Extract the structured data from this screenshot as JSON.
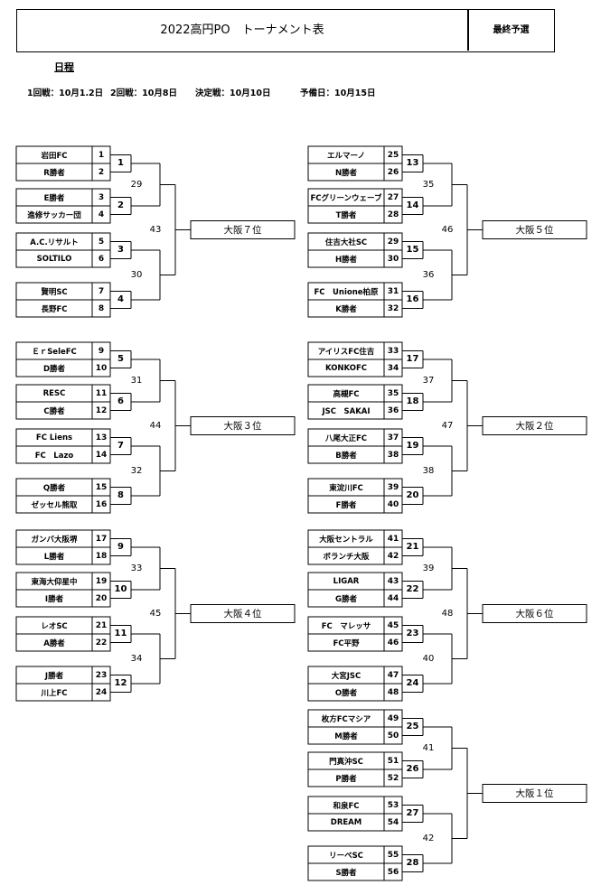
{
  "header": {
    "title": "2022高円PO　トーナメント表",
    "stage": "最終予選"
  },
  "schedule": {
    "title": "日程",
    "items": [
      "1回戦：10月1.2日",
      "2回戦：10月8日",
      "決定戦：10月10日",
      "予備日：10月15日"
    ]
  },
  "blocks": [
    {
      "teams": [
        {
          "name": "岩田FC",
          "seed": "1"
        },
        {
          "name": "R勝者",
          "seed": "2"
        },
        {
          "name": "E勝者",
          "seed": "3"
        },
        {
          "name": "進修サッカー団",
          "seed": "4"
        },
        {
          "name": "A.C.リサルト",
          "seed": "5"
        },
        {
          "name": "SOLTILO",
          "seed": "6"
        },
        {
          "name": "賢明SC",
          "seed": "7"
        },
        {
          "name": "長野FC",
          "seed": "8"
        }
      ],
      "r1": [
        "1",
        "2",
        "3",
        "4"
      ],
      "r2": [
        "29",
        "30"
      ],
      "final": "43",
      "rank": "大阪７位"
    },
    {
      "teams": [
        {
          "name": "ＥｒSeleFC",
          "seed": "9"
        },
        {
          "name": "D勝者",
          "seed": "10"
        },
        {
          "name": "RESC",
          "seed": "11"
        },
        {
          "name": "C勝者",
          "seed": "12"
        },
        {
          "name": "FC Liens",
          "seed": "13"
        },
        {
          "name": "FC　Lazo",
          "seed": "14"
        },
        {
          "name": "Q勝者",
          "seed": "15"
        },
        {
          "name": "ゼッセル熊取",
          "seed": "16"
        }
      ],
      "r1": [
        "5",
        "6",
        "7",
        "8"
      ],
      "r2": [
        "31",
        "32"
      ],
      "final": "44",
      "rank": "大阪３位"
    },
    {
      "teams": [
        {
          "name": "ガンバ大阪堺",
          "seed": "17"
        },
        {
          "name": "L勝者",
          "seed": "18"
        },
        {
          "name": "東海大仰星中",
          "seed": "19"
        },
        {
          "name": "I勝者",
          "seed": "20"
        },
        {
          "name": "レオSC",
          "seed": "21"
        },
        {
          "name": "A勝者",
          "seed": "22"
        },
        {
          "name": "J勝者",
          "seed": "23"
        },
        {
          "name": "川上FC",
          "seed": "24"
        }
      ],
      "r1": [
        "9",
        "10",
        "11",
        "12"
      ],
      "r2": [
        "33",
        "34"
      ],
      "final": "45",
      "rank": "大阪４位"
    },
    {
      "teams": [
        {
          "name": "エルマーノ",
          "seed": "25"
        },
        {
          "name": "N勝者",
          "seed": "26"
        },
        {
          "name": "FCグリーンウェーブ",
          "seed": "27"
        },
        {
          "name": "T勝者",
          "seed": "28"
        },
        {
          "name": "住吉大社SC",
          "seed": "29"
        },
        {
          "name": "H勝者",
          "seed": "30"
        },
        {
          "name": "FC　Unione柏原",
          "seed": "31"
        },
        {
          "name": "K勝者",
          "seed": "32"
        }
      ],
      "r1": [
        "13",
        "14",
        "15",
        "16"
      ],
      "r2": [
        "35",
        "36"
      ],
      "final": "46",
      "rank": "大阪５位"
    },
    {
      "teams": [
        {
          "name": "アイリスFC住吉",
          "seed": "33"
        },
        {
          "name": "KONKOFC",
          "seed": "34"
        },
        {
          "name": "高槻FC",
          "seed": "35"
        },
        {
          "name": "JSC　SAKAI",
          "seed": "36"
        },
        {
          "name": "八尾大正FC",
          "seed": "37"
        },
        {
          "name": "B勝者",
          "seed": "38"
        },
        {
          "name": "東淀川FC",
          "seed": "39"
        },
        {
          "name": "F勝者",
          "seed": "40"
        }
      ],
      "r1": [
        "17",
        "18",
        "19",
        "20"
      ],
      "r2": [
        "37",
        "38"
      ],
      "final": "47",
      "rank": "大阪２位"
    },
    {
      "teams": [
        {
          "name": "大阪セントラル",
          "seed": "41"
        },
        {
          "name": "ボランチ大阪",
          "seed": "42"
        },
        {
          "name": "LIGAR",
          "seed": "43"
        },
        {
          "name": "G勝者",
          "seed": "44"
        },
        {
          "name": "FC　マレッサ",
          "seed": "45"
        },
        {
          "name": "FC平野",
          "seed": "46"
        },
        {
          "name": "大宮JSC",
          "seed": "47"
        },
        {
          "name": "O勝者",
          "seed": "48"
        }
      ],
      "r1": [
        "21",
        "22",
        "23",
        "24"
      ],
      "r2": [
        "39",
        "40"
      ],
      "final": "48",
      "rank": "大阪６位"
    },
    {
      "teams": [
        {
          "name": "枚方FCマシア",
          "seed": "49"
        },
        {
          "name": "M勝者",
          "seed": "50"
        },
        {
          "name": "門真沖SC",
          "seed": "51"
        },
        {
          "name": "P勝者",
          "seed": "52"
        },
        {
          "name": "和泉FC",
          "seed": "53"
        },
        {
          "name": "DREAM",
          "seed": "54"
        },
        {
          "name": "リーベSC",
          "seed": "55"
        },
        {
          "name": "S勝者",
          "seed": "56"
        }
      ],
      "r1": [
        "25",
        "26",
        "27",
        "28"
      ],
      "r2": [
        "41",
        "42"
      ],
      "final": "",
      "rank": "大阪１位"
    }
  ]
}
